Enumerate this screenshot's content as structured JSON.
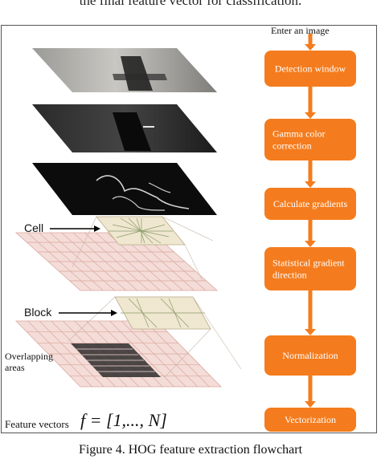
{
  "header_text": "the final feature vector for classification.",
  "input_label": "Enter an image",
  "steps": [
    "Detection window",
    "Gamma color correction",
    "Calculate gradients",
    "Statistical gradient direction",
    "Normalization",
    "Vectorization"
  ],
  "left_labels": {
    "cell": "Cell",
    "block": "Block",
    "overlap": "Overlapping areas",
    "feature_vectors": "Feature vectors"
  },
  "formula": "f = [1,..., N]",
  "caption": "Figure 4. HOG feature extraction flowchart",
  "colors": {
    "node_fill": "#f47c1e",
    "arrow": "#f47c1e",
    "grid_fill": "#f4dcd8",
    "grid_line": "#d9a89c"
  }
}
